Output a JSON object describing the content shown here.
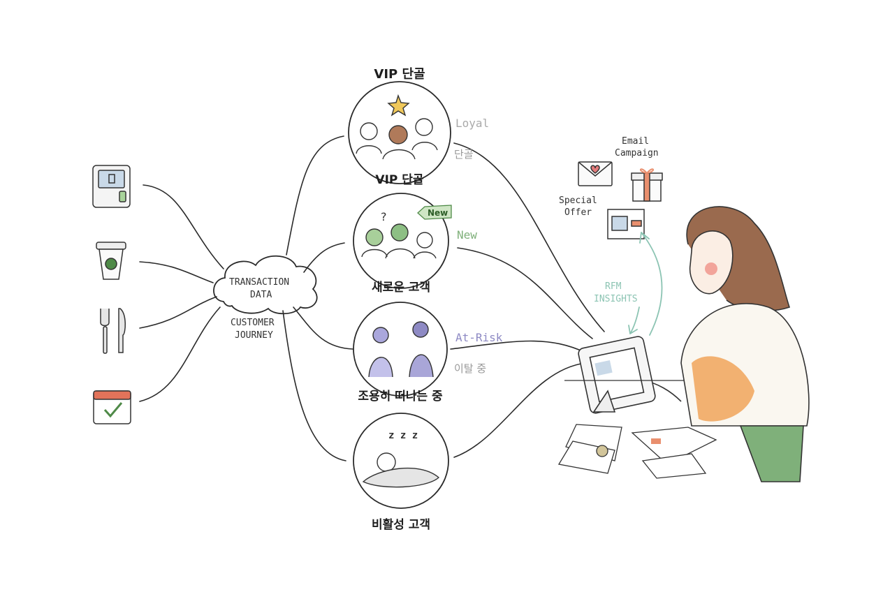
{
  "hub": {
    "line1": "TRANSACTION",
    "line2": "DATA",
    "sub1": "CUSTOMER",
    "sub2": "JOURNEY"
  },
  "segments": [
    {
      "title_top": "VIP 단골",
      "title": "VIP 단골",
      "tag_en": "Loyal",
      "tag_ko": "단골",
      "color": "#c98a8a"
    },
    {
      "title": "새로운 고객",
      "tag_en": "New",
      "color": "#7fb07a",
      "badge": "New"
    },
    {
      "title": "조용히 떠나는 중",
      "tag_en": "At-Risk",
      "tag_ko": "이탈 중",
      "color": "#8e8ac4"
    },
    {
      "title": "비활성 고객",
      "zzz": "z z z"
    }
  ],
  "sources": [
    {
      "icon": "pos-terminal-icon"
    },
    {
      "icon": "coffee-cup-icon"
    },
    {
      "icon": "fork-knife-icon"
    },
    {
      "icon": "calendar-check-icon"
    }
  ],
  "actions": {
    "email_line1": "Email",
    "email_line2": "Campaign",
    "offer_line1": "Special",
    "offer_line2": "Offer"
  },
  "insights": {
    "line1": "RFM",
    "line2": "INSIGHTS"
  },
  "colors": {
    "ink": "#2a2a2a",
    "green": "#7fb07a",
    "purple": "#8e8ac4",
    "orange": "#f0a45a",
    "teal": "#8cc4b3",
    "rose": "#c98a8a"
  }
}
